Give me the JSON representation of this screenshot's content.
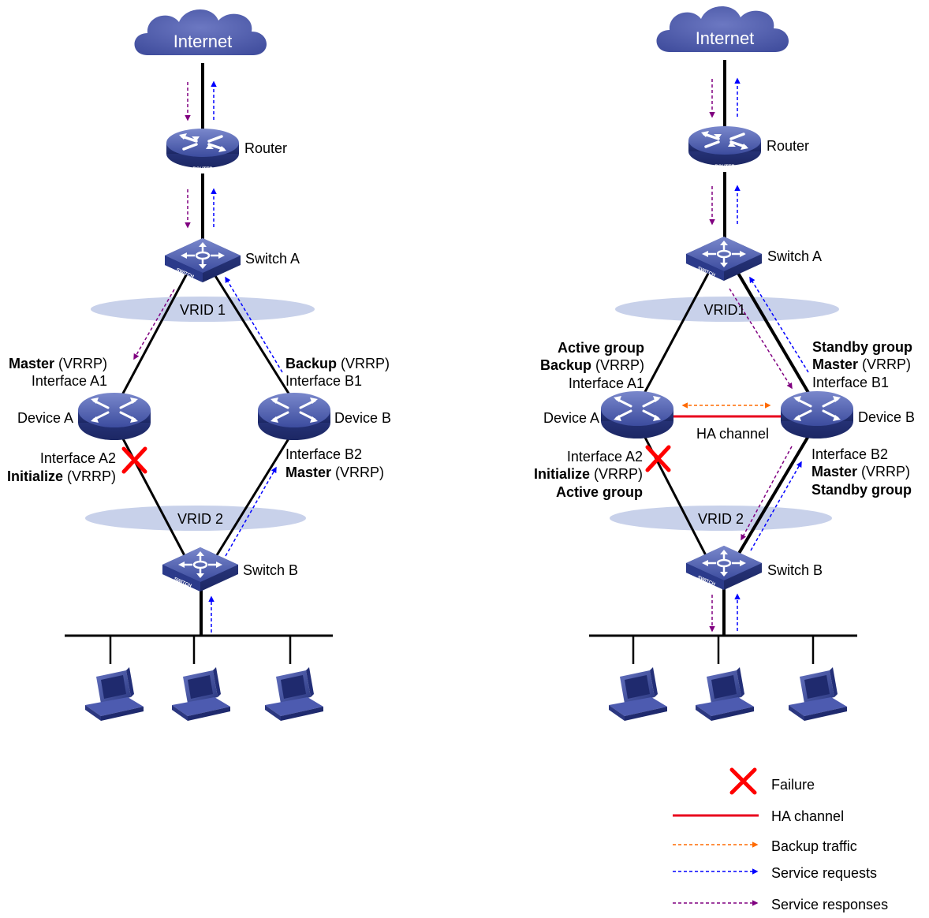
{
  "left": {
    "internet": "Internet",
    "router": "Router",
    "switch_a": "Switch A",
    "switch_b": "Switch B",
    "vrid1": "VRID 1",
    "vrid2": "VRID 2",
    "device_a": "Device A",
    "device_b": "Device B",
    "a1_role_bold": "Master",
    "a1_role_rest": " (VRRP)",
    "a1_interface": "Interface A1",
    "a2_interface": "Interface A2",
    "a2_role_bold": "Initialize",
    "a2_role_rest": " (VRRP)",
    "b1_role_bold": "Backup",
    "b1_role_rest": " (VRRP)",
    "b1_interface": "Interface B1",
    "b2_interface": "Interface B2",
    "b2_role_bold": "Master",
    "b2_role_rest": " (VRRP)"
  },
  "right": {
    "internet": "Internet",
    "router": "Router",
    "switch_a": "Switch A",
    "switch_b": "Switch B",
    "vrid1": "VRID1",
    "vrid2": "VRID 2",
    "device_a": "Device A",
    "device_b": "Device B",
    "ha_channel": "HA channel",
    "a1_group": "Active group",
    "a1_role_bold": "Backup",
    "a1_role_rest": " (VRRP)",
    "a1_interface": "Interface A1",
    "a2_interface": "Interface A2",
    "a2_role_bold": "Initialize",
    "a2_role_rest": " (VRRP)",
    "a2_group": "Active group",
    "b1_group": "Standby group",
    "b1_role_bold": "Master",
    "b1_role_rest": " (VRRP)",
    "b1_interface": "Interface B1",
    "b2_interface": "Interface B2",
    "b2_role_bold": "Master",
    "b2_role_rest": " (VRRP)",
    "b2_group": "Standby group"
  },
  "device_tags": {
    "router": "ROUTER",
    "switch": "SWITCH"
  },
  "legend": {
    "failure": "Failure",
    "ha_channel": "HA channel",
    "backup_traffic": "Backup traffic",
    "service_requests": "Service requests",
    "service_responses": "Service responses"
  },
  "colors": {
    "device_blue": "#3a4a9c",
    "cloud_blue": "#4e5aa8",
    "vrid_ellipse": "#c8d1ea",
    "failure_red": "#ff0000",
    "ha_red": "#e8001c",
    "backup_orange": "#ff6a00",
    "request_blue": "#0000ff",
    "response_purple": "#800080"
  }
}
